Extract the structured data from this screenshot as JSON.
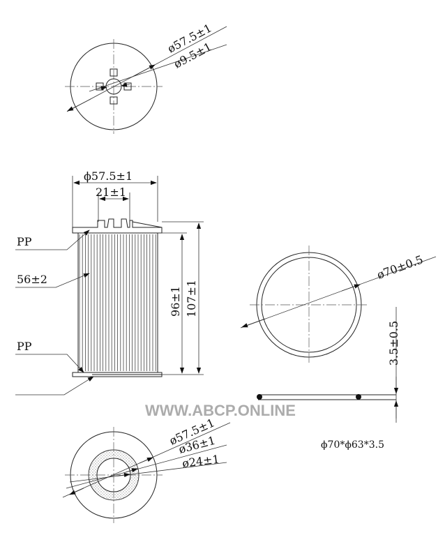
{
  "top_view": {
    "outer_diameter": "ø57.5±1",
    "inner_diameter": "ø9.5±1"
  },
  "side_view": {
    "width": "ϕ57.5±1",
    "neck_width": "21±1",
    "height_inner": "96±1",
    "height_total": "107±1",
    "label_top_cap": "PP",
    "label_pleats": "56±2",
    "label_bottom_cap": "PP"
  },
  "oring": {
    "diameter": "ø70±0.5",
    "thickness": "3.5±0.5",
    "spec": "ϕ70*ϕ63*3.5"
  },
  "bottom_view": {
    "outer_diameter": "ø57.5±1",
    "middle_diameter": "ø36±1",
    "inner_diameter": "ø24±1"
  },
  "watermark": "WWW.ABCP.ONLINE"
}
